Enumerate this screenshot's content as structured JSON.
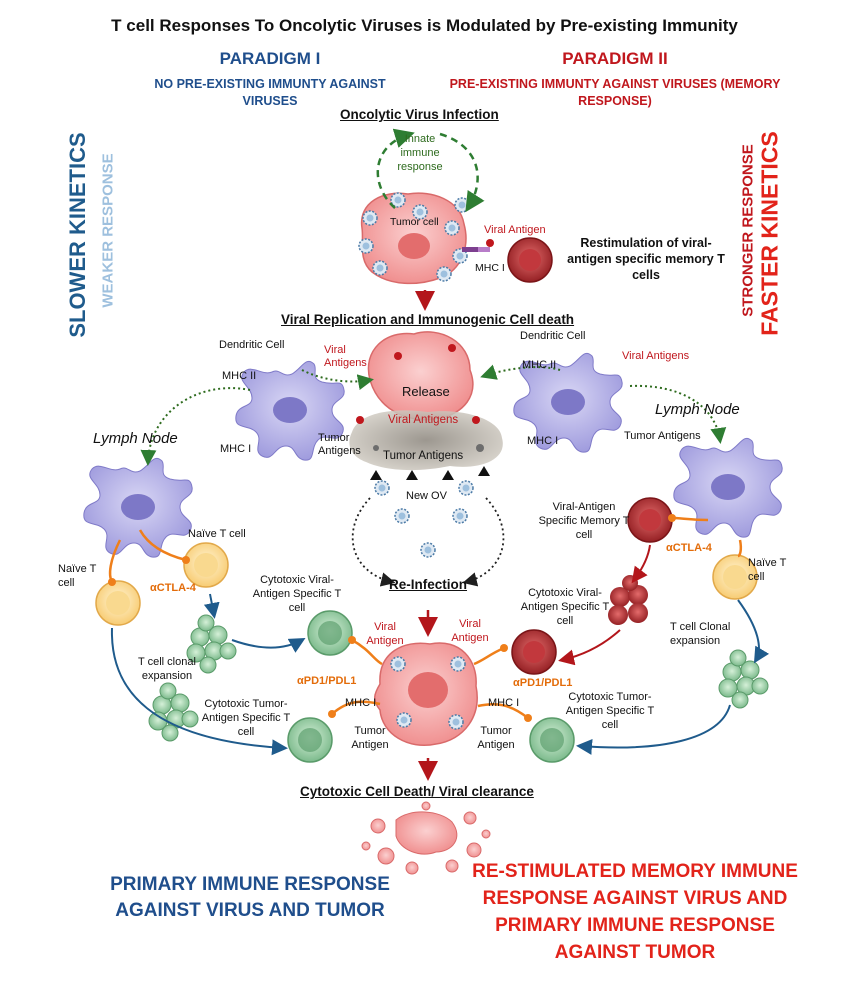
{
  "title": "T cell Responses To Oncolytic Viruses is Modulated by Pre-existing Immunity",
  "paradigm1": {
    "heading": "PARADIGM I",
    "subtitle": "NO PRE-EXISTING IMMUNTY AGAINST VIRUSES"
  },
  "paradigm2": {
    "heading": "PARADIGM II",
    "subtitle": "PRE-EXISTING IMMUNTY AGAINST VIRUSES (MEMORY RESPONSE)"
  },
  "side_left": {
    "main": "SLOWER KINETICS",
    "sub": "WEAKER RESPONSE"
  },
  "side_right": {
    "main": "FASTER KINETICS",
    "sub": "STRONGER RESPONSE"
  },
  "stages": {
    "infection": "Oncolytic Virus Infection",
    "replication": "Viral Replication and Immunogenic Cell death",
    "reinfection": "Re-Infection",
    "clearance": "Cytotoxic Cell Death/ Viral clearance"
  },
  "labels": {
    "innate": "Innate immune response",
    "tumor_cell": "Tumor cell",
    "viral_antigen": "Viral Antigen",
    "mhc1": "MHC I",
    "mhc2": "MHC II",
    "restimulation": "Restimulation of viral-antigen specific memory T cells",
    "dendritic_cell": "Dendritic Cell",
    "viral_antigens": "Viral Antigens",
    "viral_antigens_split": "Viral Antigens",
    "tumor_antigens": "Tumor Antigens",
    "release": "Release",
    "new_ov": "New OV",
    "lymph_node": "Lymph Node",
    "naive_t_cell": "Naïve T cell",
    "actla4": "αCTLA-4",
    "t_cell_clonal_expansion_left": "T cell clonal expansion",
    "t_cell_clonal_expansion_right": "T cell Clonal expansion",
    "cytotoxic_viral": "Cytotoxic Viral-Antigen Specific T cell",
    "cytotoxic_tumor": "Cytotoxic Tumor-Antigen Specific T cell",
    "memory_t_cell": "Viral-Antigen Specific Memory T cell",
    "apd1": "αPD1/PDL1",
    "tumor_antigen": "Tumor Antigen"
  },
  "bottom_left": "PRIMARY IMMUNE RESPONSE AGAINST VIRUS AND TUMOR",
  "bottom_right": "RE-STIMULATED MEMORY IMMUNE RESPONSE AGAINST VIRUS AND PRIMARY IMMUNE RESPONSE AGAINST TUMOR",
  "colors": {
    "paradigm1": "#1f4e8c",
    "paradigm2": "#c0171d",
    "tumor": "#f4a3a3",
    "dendritic": "#b7b4e6",
    "naive": "#fde7a8",
    "cytotoxic": "#9fd3a9",
    "memory": "#b3262b",
    "innate_arrow": "#2e7d32"
  }
}
